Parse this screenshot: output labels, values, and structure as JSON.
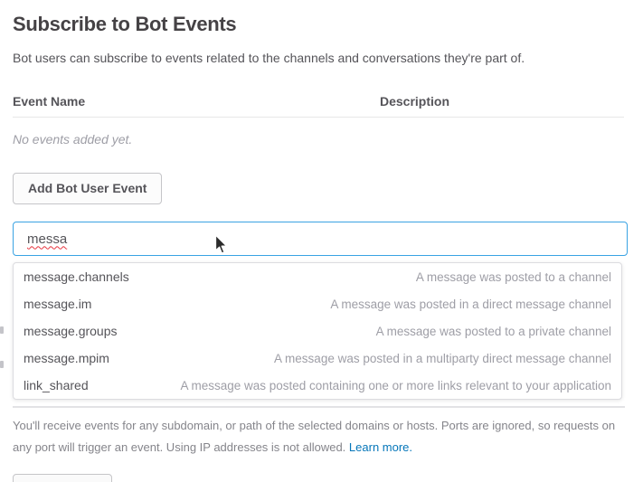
{
  "page": {
    "title": "Subscribe to Bot Events",
    "description": "Bot users can subscribe to events related to the channels and conversations they're part of."
  },
  "table": {
    "columns": [
      "Event Name",
      "Description"
    ],
    "empty_message": "No events added yet."
  },
  "toolbar": {
    "add_button_label": "Add Bot User Event"
  },
  "search": {
    "value": "messa"
  },
  "dropdown": {
    "items": [
      {
        "name": "message.channels",
        "description": "A message was posted to a channel"
      },
      {
        "name": "message.im",
        "description": "A message was posted in a direct message channel"
      },
      {
        "name": "message.groups",
        "description": "A message was posted to a private channel"
      },
      {
        "name": "message.mpim",
        "description": "A message was posted in a multiparty direct message channel"
      },
      {
        "name": "link_shared",
        "description": "A message was posted containing one or more links relevant to your application"
      }
    ]
  },
  "footer": {
    "text": "You'll receive events for any subdomain, or path of the selected domains or hosts. Ports are ignored, so requests on any port will trigger an event. Using IP addresses is not allowed.",
    "link_label": "Learn more."
  },
  "colors": {
    "accent_blue": "#3aa3e3",
    "link_blue": "#0576b9",
    "heading_text": "#454245",
    "body_text": "#555459",
    "muted_text": "#9e9ea6",
    "button_border": "#c5c5c8",
    "divider": "#e8e8e8",
    "spellcheck_red": "#e8343f"
  }
}
